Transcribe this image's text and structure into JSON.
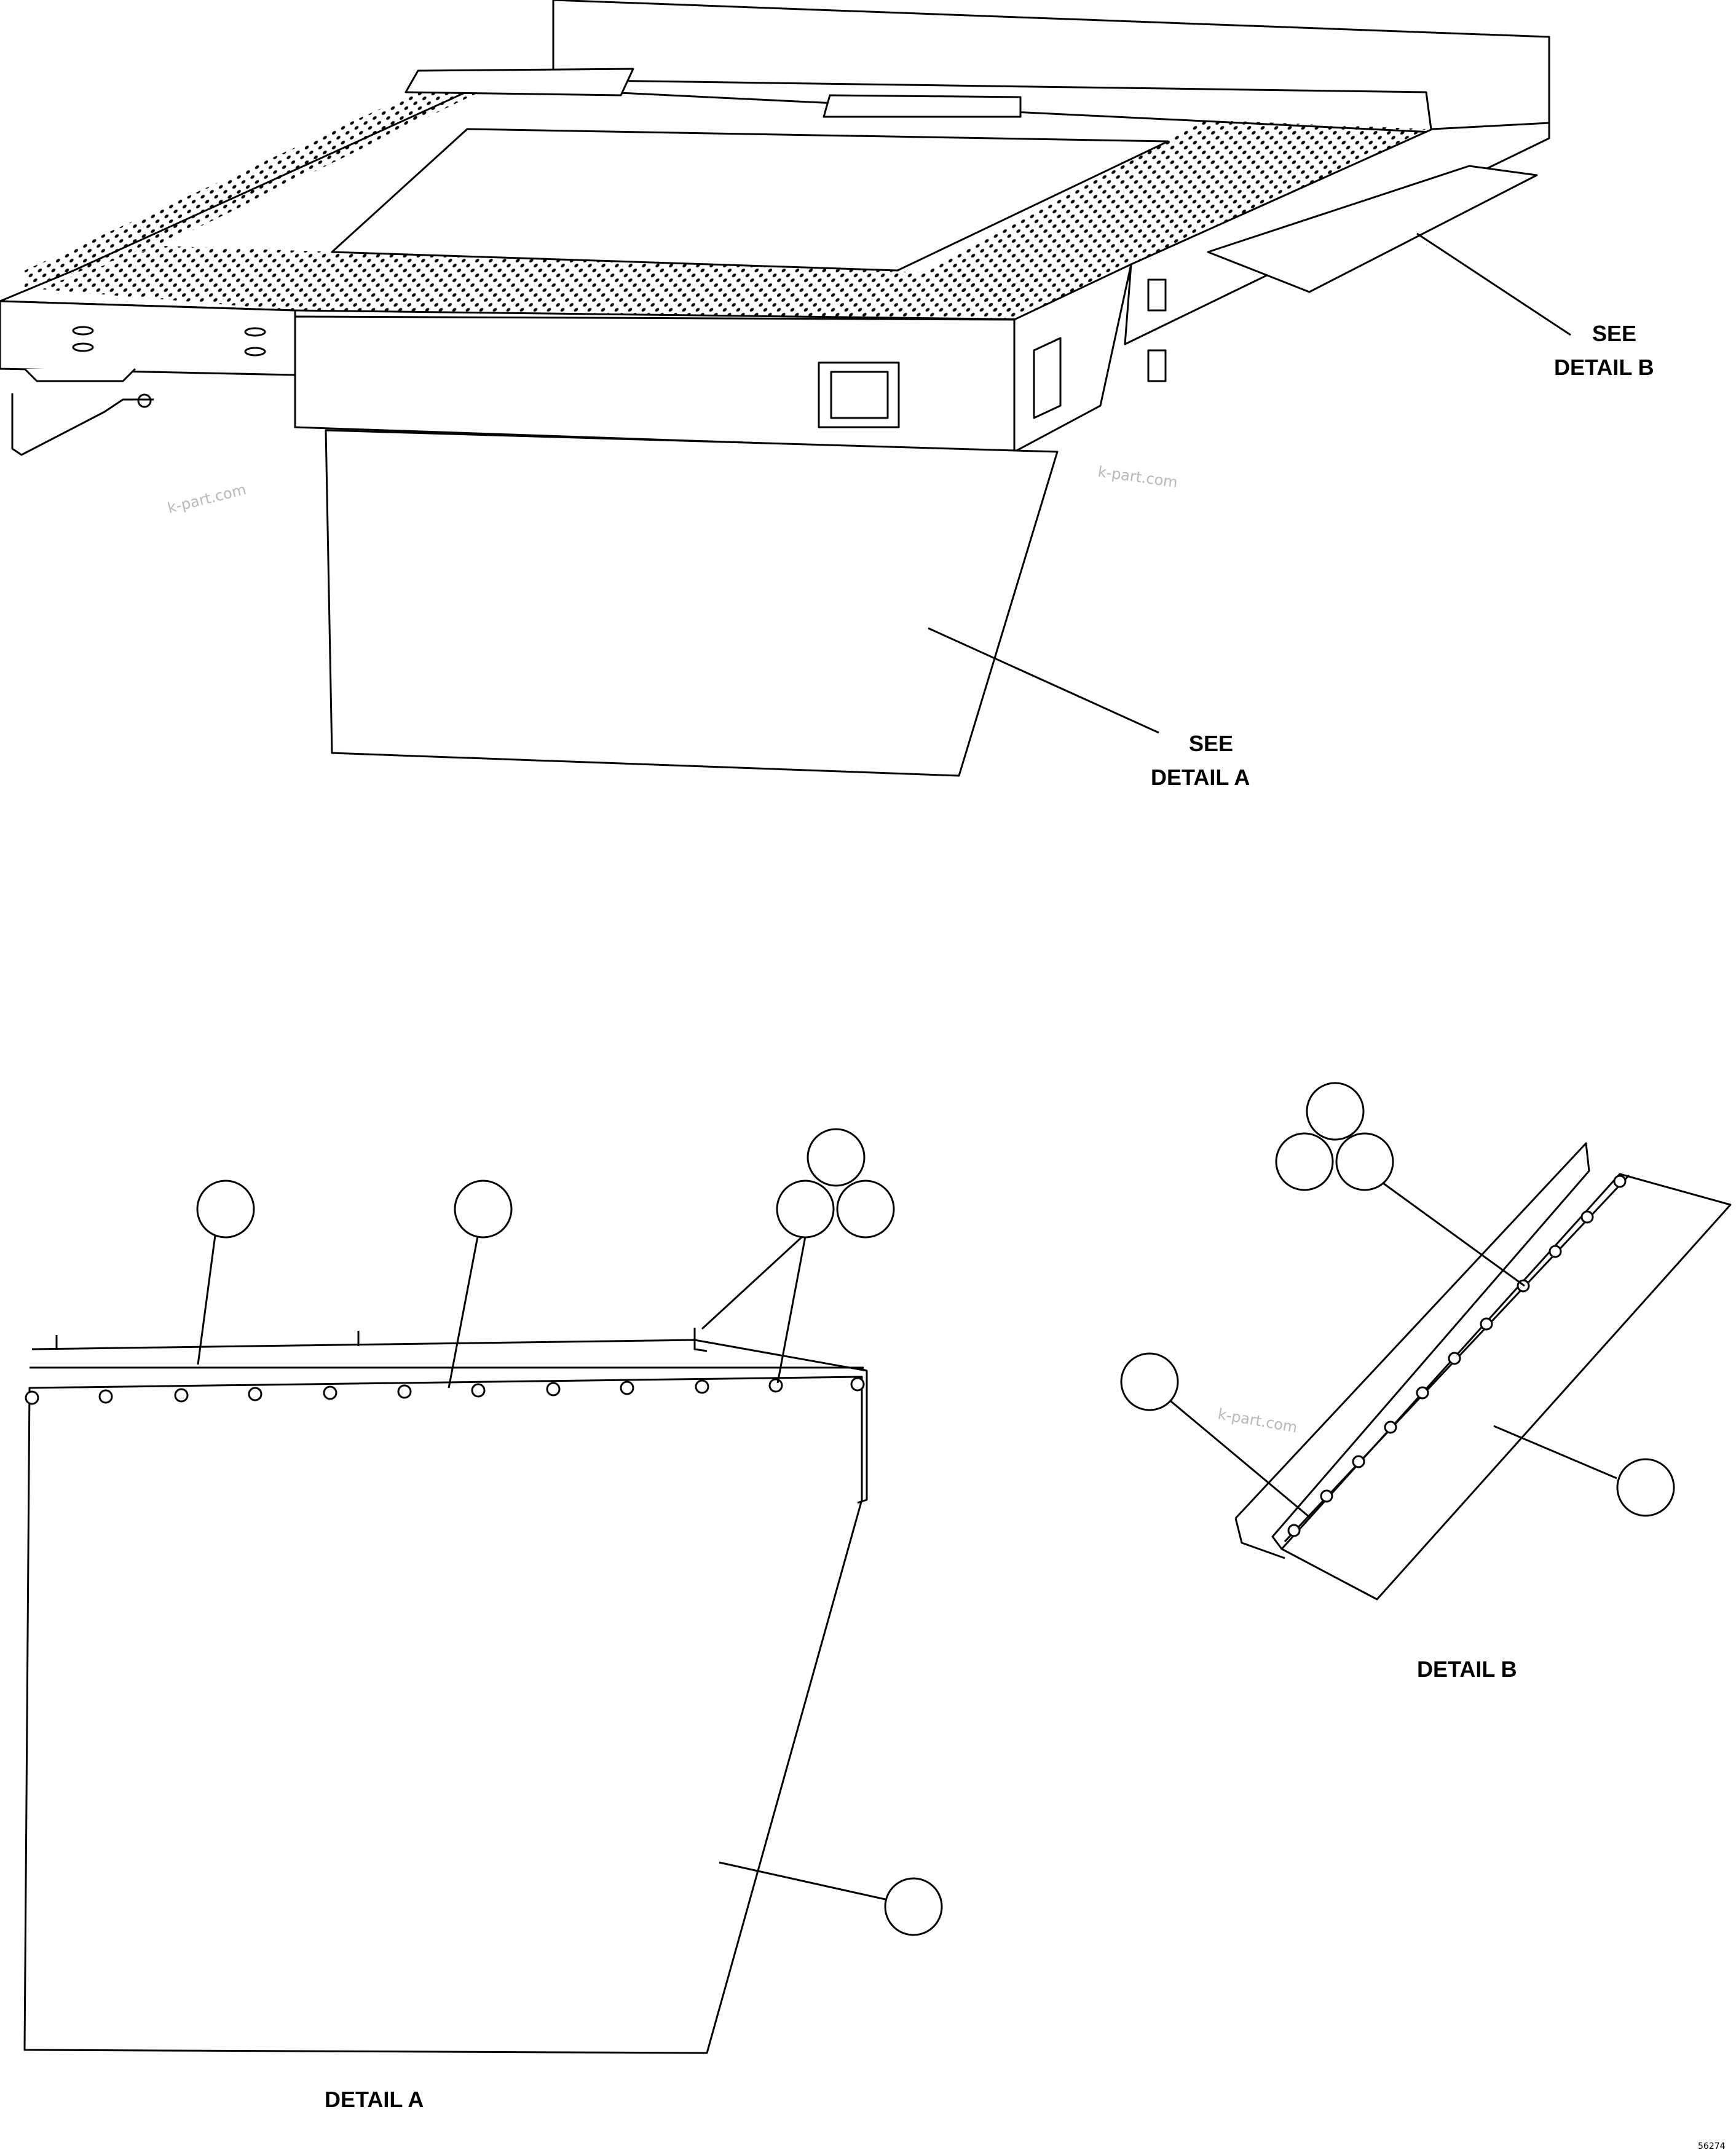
{
  "callouts": {
    "see_detail_b_line1": "SEE",
    "see_detail_b_line2": "DETAIL B",
    "see_detail_a_line1": "SEE",
    "see_detail_a_line2": "DETAIL A"
  },
  "detail_titles": {
    "detail_a": "DETAIL A",
    "detail_b": "DETAIL B"
  },
  "watermark": "k-part.com",
  "drawing_number": "56274",
  "colors": {
    "line": "#000000",
    "background": "#ffffff",
    "watermark": "#b8b8b8"
  }
}
